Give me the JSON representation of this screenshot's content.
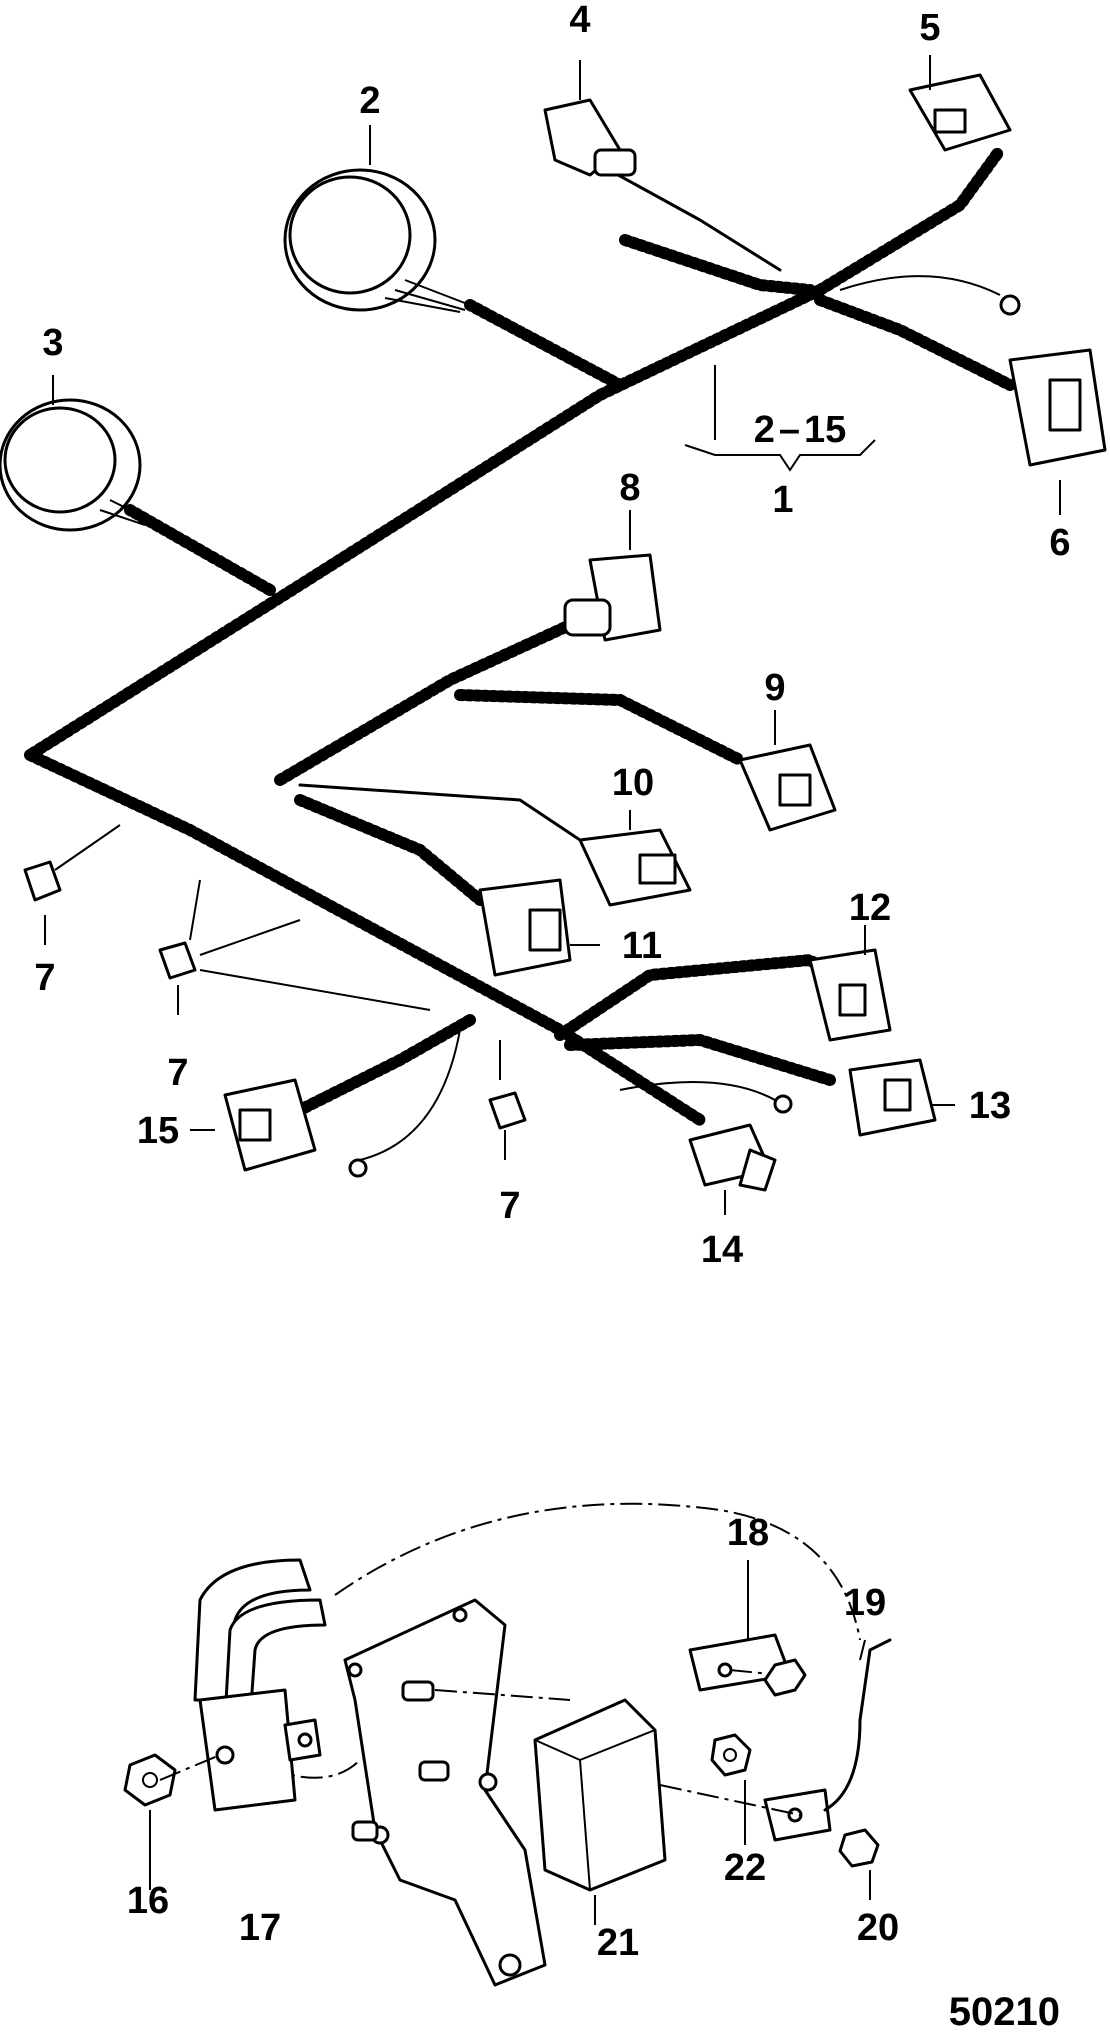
{
  "callouts": {
    "c1": "1",
    "c2": "2",
    "c3": "3",
    "c4": "4",
    "c5": "5",
    "c6": "6",
    "c7a": "7",
    "c7b": "7",
    "c7c": "7",
    "c8": "8",
    "c9": "9",
    "c10": "10",
    "c11": "11",
    "c12": "12",
    "c13": "13",
    "c14": "14",
    "c15": "15",
    "c16": "16",
    "c17": "17",
    "c18": "18",
    "c19": "19",
    "c20": "20",
    "c21": "21",
    "c22": "22",
    "range_start": "2",
    "range_dash": "–",
    "range_end": "15"
  },
  "diagram_code": "50210"
}
